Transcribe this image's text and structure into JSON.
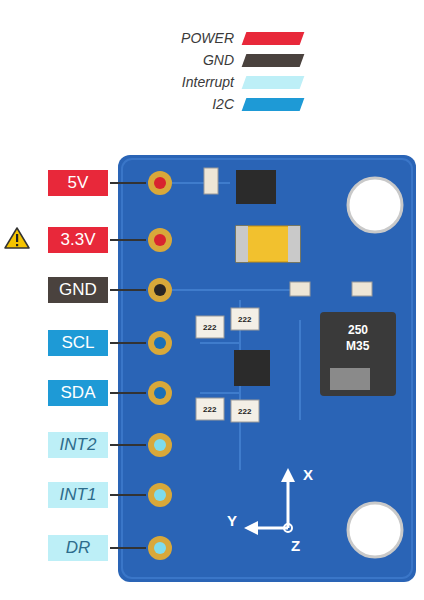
{
  "diagram": {
    "nodes": [
      {
        "text": [
          "5V"
        ]
      },
      {
        "text": [
          "3.3V"
        ]
      },
      {
        "text": [
          "GND"
        ]
      },
      {
        "text": [
          "SCL"
        ]
      },
      {
        "text": [
          "SDA"
        ]
      },
      {
        "text": [
          "INT2"
        ]
      },
      {
        "text": [
          "INT1"
        ]
      },
      {
        "text": [
          "DR"
        ]
      }
    ],
    "labels": [
      "250",
      "M35",
      "222",
      "222",
      "222",
      "222",
      "X",
      "Y",
      "Z"
    ],
    "legend": [
      {
        "text": "POWER",
        "color": "#e8283a"
      },
      {
        "text": "GND",
        "color": "#4a423e"
      },
      {
        "text": "Interrupt",
        "color": "#bdeff7"
      },
      {
        "text": "I2C",
        "color": "#1e9ad6"
      }
    ]
  }
}
